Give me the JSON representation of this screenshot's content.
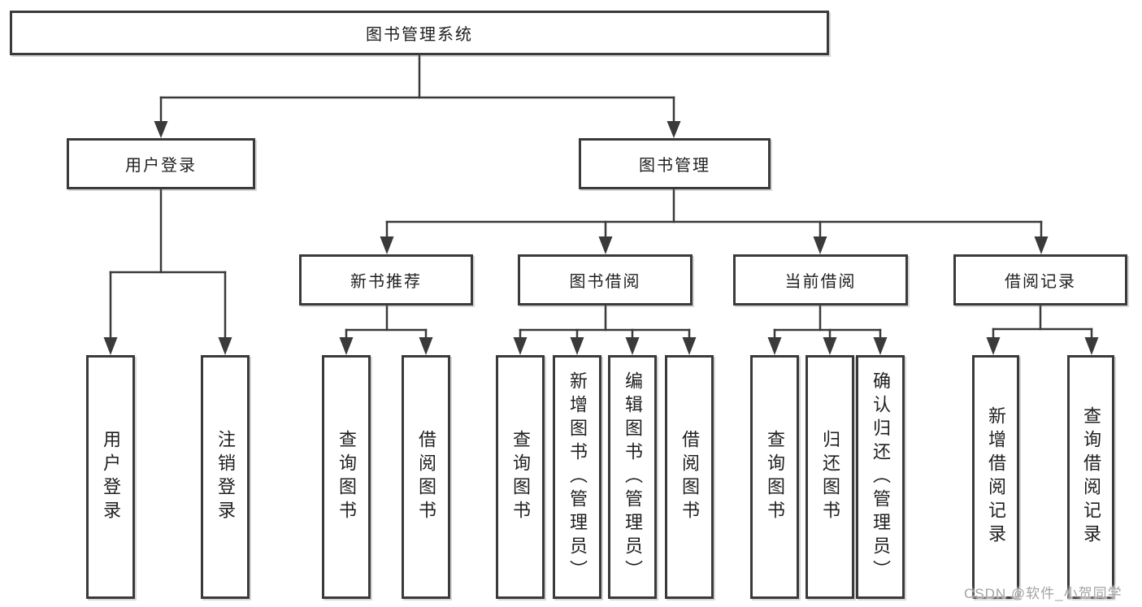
{
  "colors": {
    "background": "#ffffff",
    "line": "#3a3a3a",
    "box_border": "#3a3a3a",
    "text": "#1f1f1f",
    "watermark": "#a3a3a3"
  },
  "tree": {
    "label": "图书管理系统",
    "children": [
      {
        "label": "用户登录",
        "children": [
          {
            "label": "用户登录"
          },
          {
            "label": "注销登录"
          }
        ]
      },
      {
        "label": "图书管理",
        "children": [
          {
            "label": "新书推荐",
            "children": [
              {
                "label": "查询图书"
              },
              {
                "label": "借阅图书"
              }
            ]
          },
          {
            "label": "图书借阅",
            "children": [
              {
                "label": "查询图书"
              },
              {
                "label": "新增图书（管理员）"
              },
              {
                "label": "编辑图书（管理员）"
              },
              {
                "label": "借阅图书"
              }
            ]
          },
          {
            "label": "当前借阅",
            "children": [
              {
                "label": "查询图书"
              },
              {
                "label": "归还图书"
              },
              {
                "label": "确认归还（管理员）"
              }
            ]
          },
          {
            "label": "借阅记录",
            "children": [
              {
                "label": "新增借阅记录"
              },
              {
                "label": "查询借阅记录"
              }
            ]
          }
        ]
      }
    ]
  },
  "watermark": {
    "text": "CSDN @软件_小贺同学"
  }
}
